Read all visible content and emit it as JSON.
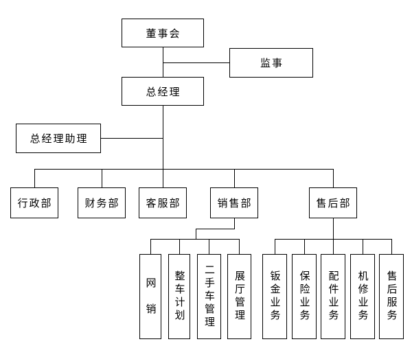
{
  "org_chart": {
    "type": "org-chart",
    "background_color": "#ffffff",
    "line_color": "#000000",
    "board": {
      "label": "董事会"
    },
    "supervisor": {
      "label": "监事"
    },
    "general_manager": {
      "label": "总经理"
    },
    "gm_assistant": {
      "label": "总经理助理"
    },
    "departments": [
      {
        "label": "行政部"
      },
      {
        "label": "财务部"
      },
      {
        "label": "客服部"
      },
      {
        "label": "销售部"
      },
      {
        "label": "售后部"
      }
    ],
    "sales_units": [
      {
        "label": "网　销"
      },
      {
        "label": "整车计划"
      },
      {
        "label": "二手车管理"
      },
      {
        "label": "展厅管理"
      }
    ],
    "after_sales_units": [
      {
        "label": "钣金业务"
      },
      {
        "label": "保险业务"
      },
      {
        "label": "配件业务"
      },
      {
        "label": "机修业务"
      },
      {
        "label": "售后服务"
      }
    ]
  }
}
